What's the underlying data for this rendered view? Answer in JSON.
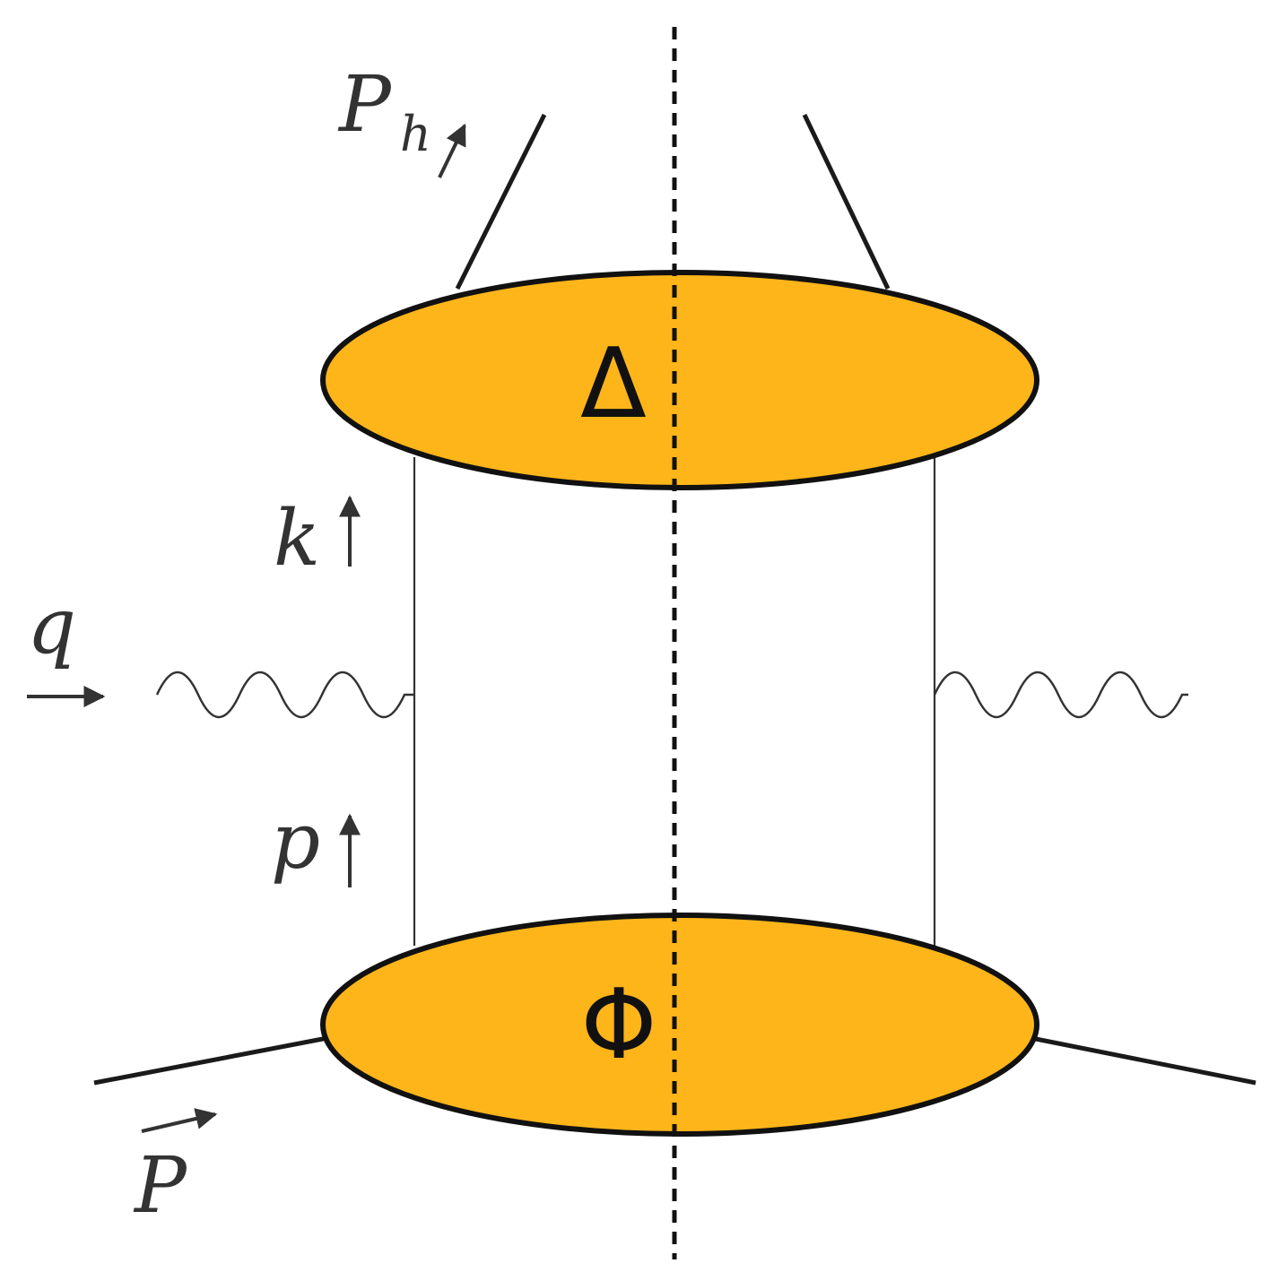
{
  "labels": {
    "fragmentation": "Δ",
    "distribution": "Φ",
    "hadron_momentum": "P",
    "hadron_subscript": "h",
    "quark_out_momentum": "k",
    "quark_in_momentum": "p",
    "photon_momentum": "q",
    "target_momentum": "P"
  },
  "colors": {
    "blob_fill": "#fdb51a",
    "outline": "#111111"
  }
}
